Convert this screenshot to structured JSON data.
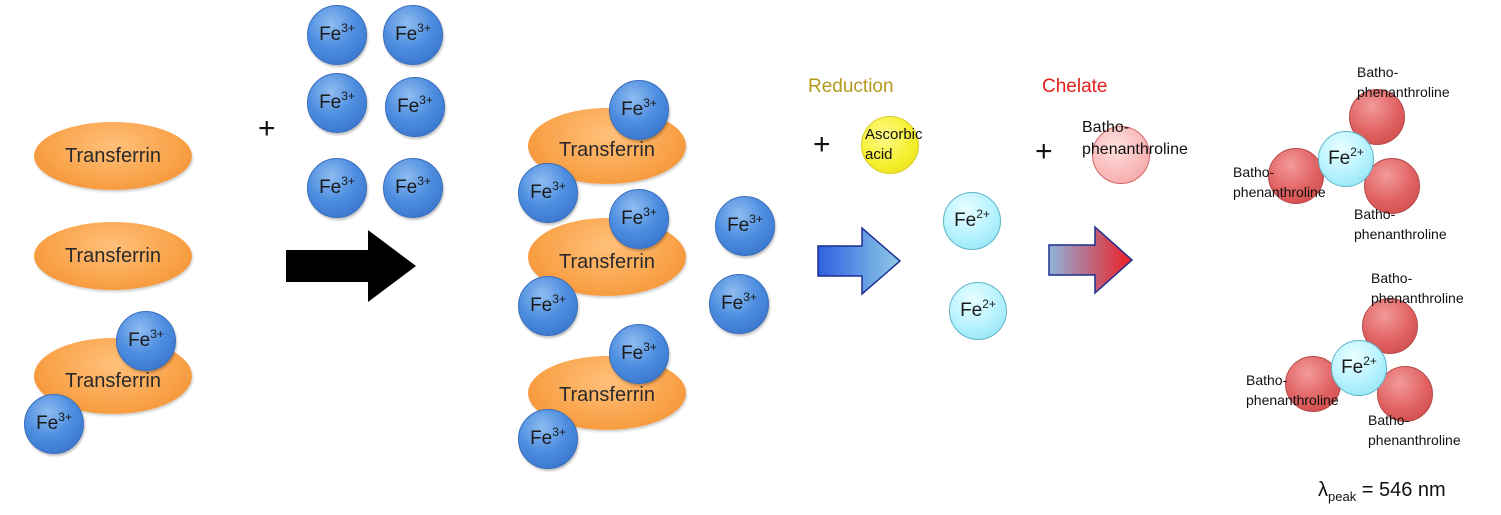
{
  "protein_label": "Transferrin",
  "fe3_base": "Fe",
  "fe3_charge": "3+",
  "fe2_base": "Fe",
  "fe2_charge": "2+",
  "plus_sign": "+",
  "reduction_label": "Reduction",
  "chelate_label": "Chelate",
  "ascorbic_line1": "Ascorbic",
  "ascorbic_line2": "acid",
  "batho_line1": "Batho-",
  "batho_line2": "phenanthroline",
  "lambda_symbol": "λ",
  "lambda_sub": "peak",
  "lambda_value": " = 546 nm",
  "colors": {
    "transferrin": "#f9a248",
    "fe3": "#4e8ee0",
    "fe2": "#b9f3ff",
    "ascorbic": "#f5ee2a",
    "chelator": "#e06060",
    "reduction_text": "#b39a1e",
    "chelate_text": "#e3201b"
  }
}
